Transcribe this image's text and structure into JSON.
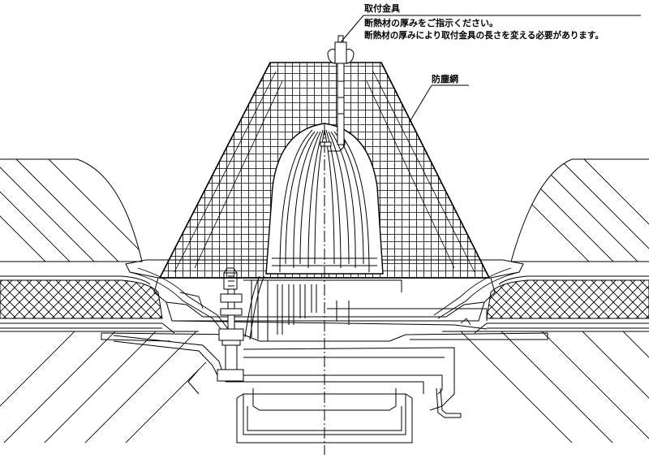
{
  "annotations": {
    "fitting_title": "取付金具",
    "fitting_note_1": "断熱材の厚みをご指示ください。",
    "fitting_note_2": "断熱材の厚みにより取付金具の長さを変える必要があります。",
    "mesh_label": "防塵網"
  },
  "colors": {
    "line": "#000000",
    "background": "#ffffff"
  }
}
